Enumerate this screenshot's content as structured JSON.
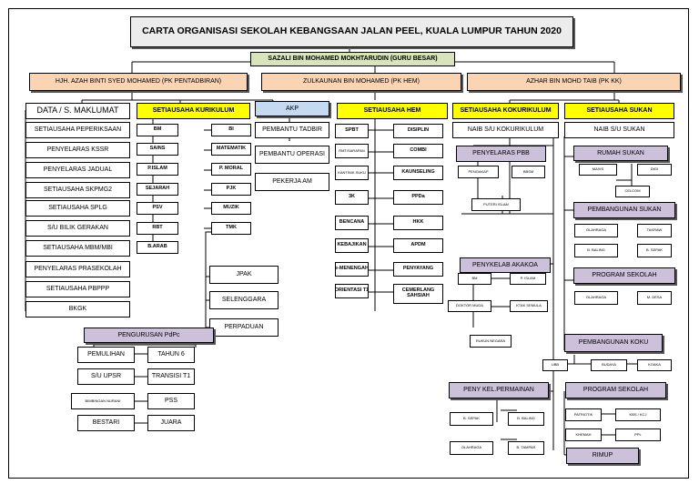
{
  "title": "CARTA ORGANISASI SEKOLAH KEBANGSAAN JALAN PEEL, KUALA LUMPUR TAHUN 2020",
  "guru_besar": "SAZALI BIN MOHAMED MOKHTARUDIN (GURU BESAR)",
  "pk_pentadbiran": "HJH. AZAH BINTI SYED MOHAMED (PK PENTADBIRAN)",
  "pk_hem": "ZULKAUNAN BIN MOHAMED (PK HEM)",
  "pk_kk": "AZHAR BIN MOHD TAIB (PK KK)",
  "pentadbiran": {
    "items": [
      "DATA / S. MAKLUMAT",
      "SETIAUSAHA PEPERIKSAAN",
      "PENYELARAS KSSR",
      "PENYELARAS JADUAL",
      "SETIAUSAHA SKPMG2",
      "SETIAUSAHA SPLG",
      "S/U BILIK GERAKAN",
      "SETIAUSAHA MBM/MBI",
      "PENYELARAS PRASEKOLAH",
      "SETIAUSAHA PBPPP",
      "BKGK"
    ],
    "kurikulum_head": "SETIAUSAHA KURIKULUM",
    "kurikulum_left": [
      "BM",
      "SAINS",
      "P.ISLAM",
      "SEJARAH",
      "PSV",
      "RBT",
      "B.ARAB"
    ],
    "kurikulum_right": [
      "BI",
      "MATEMATIK",
      "P. MORAL",
      "PJK",
      "MUZIK",
      "TMK"
    ],
    "akp_head": "AKP",
    "akp_items": [
      "PEMBANTU TADBIR",
      "PEMBANTU OPERASI",
      "PEKERJA AM"
    ],
    "lower_items": [
      "JPAK",
      "SELENGGARA",
      "PERPADUAN"
    ],
    "pdpc_head": "PENGURUSAN PdPc",
    "pdpc_left": [
      "PEMULIHAN",
      "S/U UPSR",
      "BIMBINGAN NURANI",
      "BESTARI"
    ],
    "pdpc_right": [
      "TAHUN 6",
      "TRANSISI T1",
      "PSS",
      "JUARA"
    ]
  },
  "hem": {
    "head": "SETIAUSAHA HEM",
    "left": [
      "SPBT",
      "RMT/SARAPAN",
      "KANTIN/K.SUKU",
      "3K",
      "BENCANA",
      "KEBAJIKAN",
      "e-MENENGAH",
      "ORIENTASI T1"
    ],
    "right": [
      "DISIPLIN",
      "COMBI",
      "KAUNSELING",
      "PPDa",
      "HKK",
      "APDM",
      "PENYAYANG",
      "CEMERLANG SAHSIAH"
    ]
  },
  "kk": {
    "kokurikulum_head": "SETIAUSAHA KOKURIKULUM",
    "naib_koku": "NAIB S/U KOKURIKULUM",
    "sukan_head": "SETIAUSAHA SUKAN",
    "naib_sukan": "NAIB S/U SUKAN",
    "pbb_head": "PENYELARAS PBB",
    "pbb_items": [
      "PENGAKAP",
      "BBSM",
      "PUTERI ISLAM"
    ],
    "kelab_head": "PENYKELAB AKAKOA",
    "kelab_items": [
      "BM",
      "P. ISLAM",
      "DOKTOR MUDA",
      "KTAK SEMULA",
      "RUKUN NEGARA"
    ],
    "permainan_head": "PENY KEL.PERMAINAN",
    "permainan_items": [
      "B. SEPAK",
      "B. BALING",
      "OLAHRAGA",
      "B. TAMPAR"
    ],
    "rumah_head": "RUMAH SUKAN",
    "rumah_items": [
      "MAXIS",
      "DIGI",
      "CELCOM"
    ],
    "pemb_sukan_head": "PEMBANGUNAN SUKAN",
    "pemb_sukan_items": [
      "OLAHRAGA",
      "TAKRAW",
      "B. BALING",
      "B. SEPAK"
    ],
    "prog_sekolah_head": "PROGRAM SEKOLAH",
    "prog_sekolah_items": [
      "OLAHRAGA",
      "M. DESA"
    ],
    "pemb_koku_head": "PEMBANGUNAN KOKU",
    "pemb_koku_items": [
      "UBB",
      "BUDAYA",
      "KOAKA"
    ],
    "prog_sekolah2_head": "PROGRAM SEKOLAH",
    "prog_sekolah2_items": [
      "PATRIOTIK",
      "KBS / KCJ",
      "KHEMAH",
      "PPL"
    ],
    "rimup": "RIMUP"
  }
}
